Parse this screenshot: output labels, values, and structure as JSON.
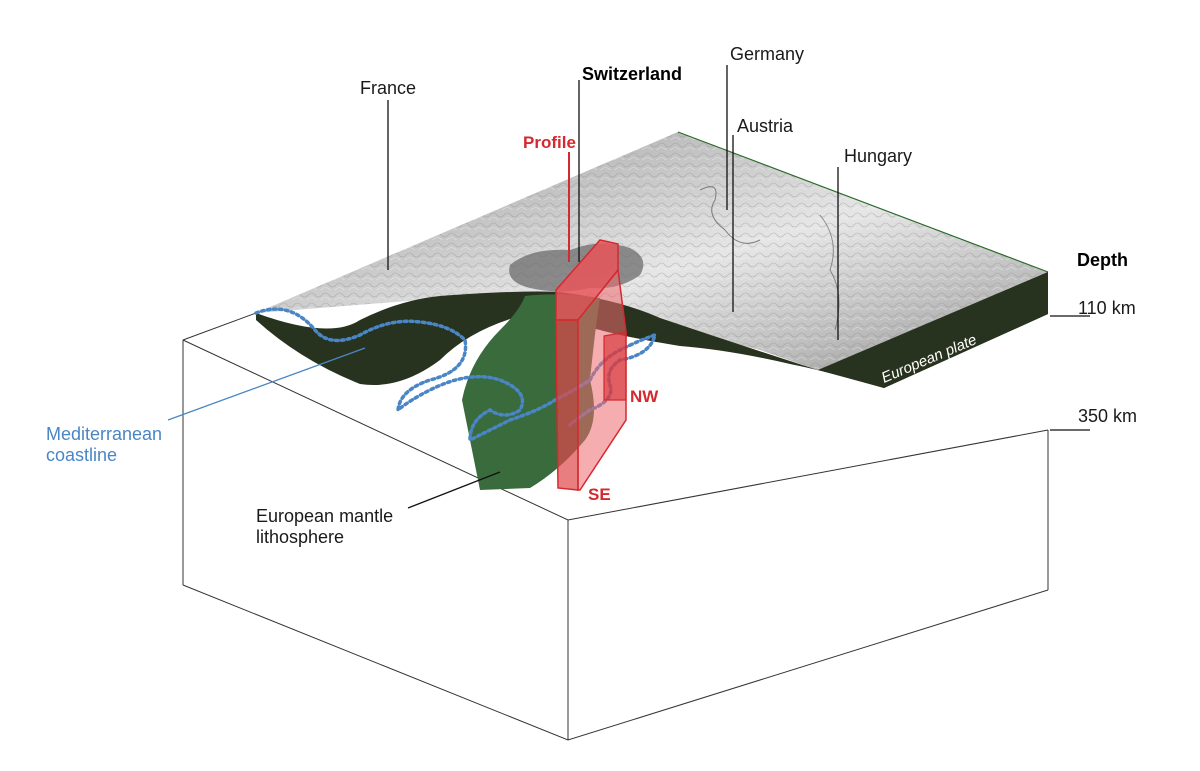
{
  "countries": {
    "france": "France",
    "switzerland": "Switzerland",
    "germany": "Germany",
    "austria": "Austria",
    "hungary": "Hungary"
  },
  "profile": {
    "label": "Profile",
    "nw": "NW",
    "se": "SE"
  },
  "depth": {
    "title": "Depth",
    "level_1": "110 km",
    "level_2": "350 km"
  },
  "labels": {
    "european_plate": "European plate",
    "coastline_line1": "Mediterranean",
    "coastline_line2": "coastline",
    "mantle_line1": "European mantle",
    "mantle_line2": "lithosphere"
  },
  "colors": {
    "slab_green": "#3a6b3c",
    "plate_dark": "#28331f",
    "profile_red": "#d42a2f",
    "coastline_blue": "#4a86c5"
  }
}
